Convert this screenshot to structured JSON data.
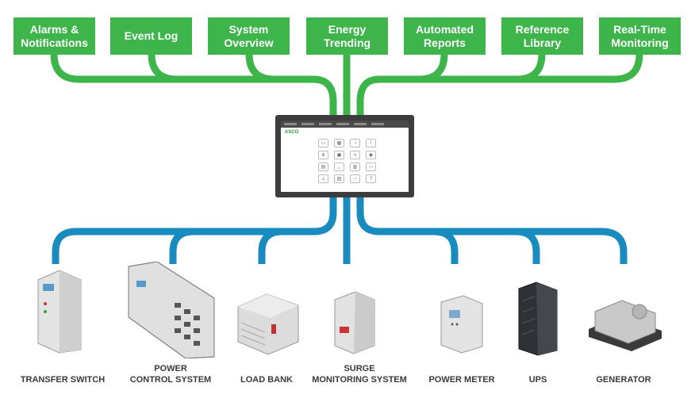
{
  "features": [
    {
      "id": "alarms",
      "label": "Alarms &\nNotifications"
    },
    {
      "id": "event-log",
      "label": "Event Log"
    },
    {
      "id": "system-overview",
      "label": "System\nOverview"
    },
    {
      "id": "energy-trending",
      "label": "Energy\nTrending"
    },
    {
      "id": "automated-reports",
      "label": "Automated\nReports"
    },
    {
      "id": "reference-library",
      "label": "Reference\nLibrary"
    },
    {
      "id": "real-time-monitoring",
      "label": "Real-Time\nMonitoring"
    }
  ],
  "monitor": {
    "brand": "ASCO",
    "app_icons": [
      "monitor-icon",
      "calendar-icon",
      "gauge-icon",
      "alert-icon",
      "network-icon",
      "image-icon",
      "waveform-icon",
      "eye-icon",
      "document-icon",
      "chart-icon",
      "grid-icon",
      "folder-icon",
      "switch-icon",
      "report-icon",
      "link-icon",
      "help-icon"
    ]
  },
  "devices": [
    {
      "id": "transfer-switch",
      "label": "TRANSFER SWITCH"
    },
    {
      "id": "power-control-system",
      "label": "POWER\nCONTROL SYSTEM"
    },
    {
      "id": "load-bank",
      "label": "LOAD BANK"
    },
    {
      "id": "surge-monitoring-system",
      "label": "SURGE\nMONITORING SYSTEM"
    },
    {
      "id": "power-meter",
      "label": "POWER METER"
    },
    {
      "id": "ups",
      "label": "UPS"
    },
    {
      "id": "generator",
      "label": "GENERATOR"
    }
  ],
  "colors": {
    "feature_green": "#3db54a",
    "device_blue": "#1a8bbf",
    "monitor_frame": "#3d3d3d"
  }
}
